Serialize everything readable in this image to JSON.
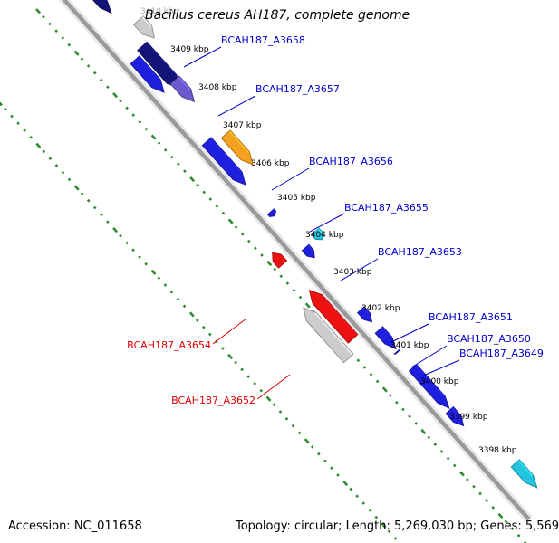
{
  "genome": {
    "title": "Bacillus cereus AH187, complete genome"
  },
  "footer": {
    "accession": "Accession: NC_011658",
    "summary": "Topology: circular; Length: 5,269,030 bp; Genes: 5,569"
  },
  "colors": {
    "backbone": "#9a9a9a",
    "tick_marks": "#2e8b2e",
    "forward_gene_label": "#0000cc",
    "reverse_gene_label": "#dd0000",
    "gene_blue": "#1f1fe0",
    "gene_dark_navy": "#141478",
    "gene_purple": "#6a5acd",
    "gene_orange": "#f4a020",
    "gene_cyan": "#22c4e0",
    "gene_red": "#ee1111",
    "gene_gray": "#cccccc"
  },
  "coordinate_labels": [
    "3410 kbp",
    "3409 kbp",
    "3408 kbp",
    "3407 kbp",
    "3406 kbp",
    "3405 kbp",
    "3404 kbp",
    "3403 kbp",
    "3402 kbp",
    "3401 kbp",
    "3400 kbp",
    "3399 kbp",
    "3398 kbp"
  ],
  "gene_labels": [
    {
      "text": "BCAH187_A3658",
      "strand": "forward"
    },
    {
      "text": "BCAH187_A3657",
      "strand": "forward"
    },
    {
      "text": "BCAH187_A3656",
      "strand": "forward"
    },
    {
      "text": "BCAH187_A3655",
      "strand": "forward"
    },
    {
      "text": "BCAH187_A3653",
      "strand": "forward"
    },
    {
      "text": "BCAH187_A3651",
      "strand": "forward"
    },
    {
      "text": "BCAH187_A3650",
      "strand": "forward"
    },
    {
      "text": "BCAH187_A3649",
      "strand": "forward"
    },
    {
      "text": "BCAH187_A3654",
      "strand": "reverse"
    },
    {
      "text": "BCAH187_A3652",
      "strand": "reverse"
    }
  ],
  "features": [
    {
      "id": "feature-01",
      "color_key": "gene_dark_navy",
      "strand": "forward"
    },
    {
      "id": "feature-02",
      "color_key": "gene_purple",
      "strand": "forward"
    },
    {
      "id": "feature-03",
      "color_key": "gene_gray",
      "strand": "forward"
    },
    {
      "id": "feature-04",
      "color_key": "gene_dark_navy",
      "strand": "forward"
    },
    {
      "id": "feature-05",
      "color_key": "gene_blue",
      "strand": "forward"
    },
    {
      "id": "feature-06",
      "color_key": "gene_purple",
      "strand": "forward"
    },
    {
      "id": "feature-07",
      "color_key": "gene_orange",
      "strand": "forward"
    },
    {
      "id": "feature-08",
      "color_key": "gene_blue",
      "strand": "forward"
    },
    {
      "id": "feature-09",
      "color_key": "gene_blue",
      "strand": "forward"
    },
    {
      "id": "feature-10",
      "color_key": "gene_cyan",
      "strand": "forward"
    },
    {
      "id": "feature-11",
      "color_key": "gene_blue",
      "strand": "forward"
    },
    {
      "id": "feature-12",
      "color_key": "gene_blue",
      "strand": "forward"
    },
    {
      "id": "feature-13",
      "color_key": "gene_blue",
      "strand": "forward"
    },
    {
      "id": "feature-14",
      "color_key": "gene_blue",
      "strand": "forward"
    },
    {
      "id": "feature-15",
      "color_key": "gene_blue",
      "strand": "forward"
    },
    {
      "id": "feature-16",
      "color_key": "gene_blue",
      "strand": "forward"
    },
    {
      "id": "feature-17",
      "color_key": "gene_red",
      "strand": "reverse"
    },
    {
      "id": "feature-18",
      "color_key": "gene_red",
      "strand": "reverse"
    },
    {
      "id": "feature-19",
      "color_key": "gene_gray",
      "strand": "reverse"
    },
    {
      "id": "feature-20",
      "color_key": "gene_cyan",
      "strand": "forward"
    }
  ]
}
